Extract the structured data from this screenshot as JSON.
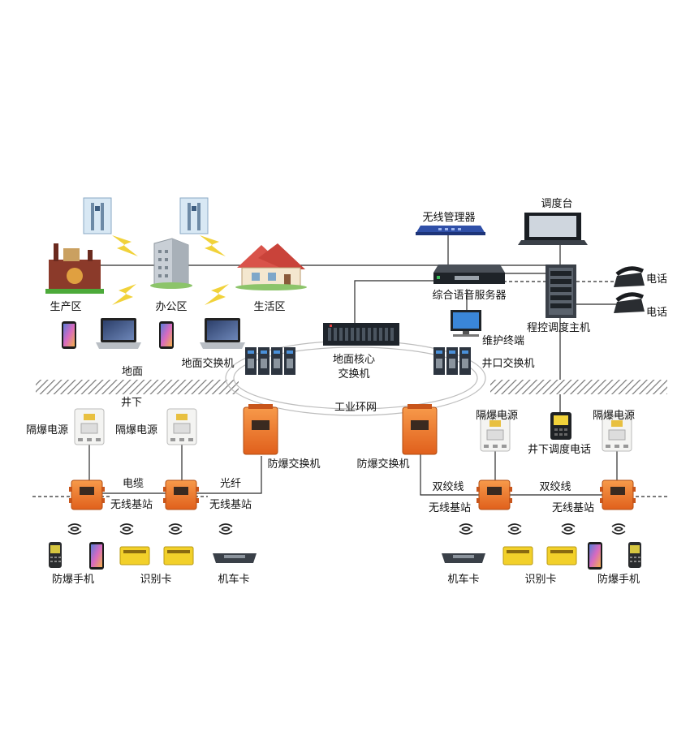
{
  "colors": {
    "line": "#2b2b2b",
    "orange": "#f07a2a",
    "orange_dark": "#c8551a",
    "steel": "#3b4652",
    "bolt": "#f1d23a",
    "hatch": "#777777"
  },
  "surface": {
    "zones": {
      "production": "生产区",
      "office": "办公区",
      "living": "生活区"
    },
    "ground": "地面",
    "ground_switch": "地面交换机",
    "core_switch_line1": "地面核心",
    "core_switch_line2": "交换机",
    "shaft_switch": "井口交换机",
    "wireless_manager": "无线管理器",
    "voice_server": "综合语音服务器",
    "maintenance_terminal": "维护终端",
    "console": "调度台",
    "dispatch_host": "程控调度主机",
    "phone_1": "电话",
    "phone_2": "电话"
  },
  "underground": {
    "label": "井下",
    "ring": "工业环网",
    "left": {
      "power_1": "隔爆电源",
      "power_2": "隔爆电源",
      "switch": "防爆交换机",
      "cable": "电缆",
      "fiber": "光纤",
      "base_1": "无线基站",
      "base_2": "无线基站",
      "phone": "防爆手机",
      "id_card": "识别卡",
      "loco_card": "机车卡"
    },
    "right": {
      "power_1": "隔爆电源",
      "power_2": "隔爆电源",
      "switch": "防爆交换机",
      "twisted_1": "双绞线",
      "twisted_2": "双绞线",
      "base_1": "无线基站",
      "base_2": "无线基站",
      "dispatch_phone": "井下调度电话",
      "loco_card": "机车卡",
      "id_card": "识别卡",
      "phone": "防爆手机"
    }
  }
}
